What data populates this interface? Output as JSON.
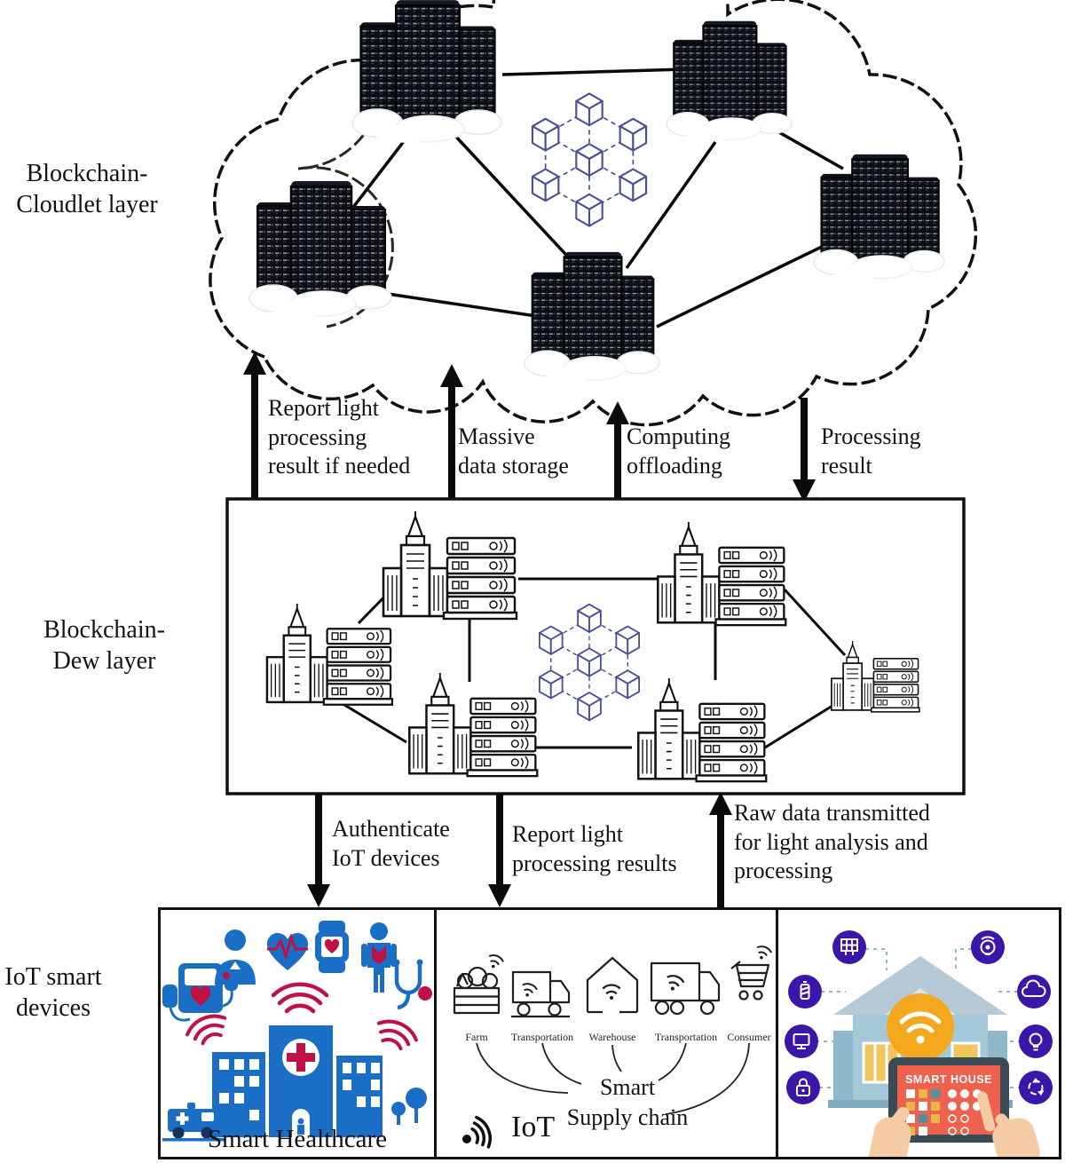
{
  "layers": {
    "cloudlet": {
      "label": "Blockchain-\nCloudlet layer"
    },
    "dew": {
      "label": "Blockchain-\nDew layer"
    },
    "iot": {
      "label": "IoT smart\ndevices"
    }
  },
  "cloud_arrows": [
    {
      "label": "Report light\nprocessing\nresult if needed",
      "direction": "up"
    },
    {
      "label": "Massive\ndata storage",
      "direction": "up"
    },
    {
      "label": "Computing\noffloading",
      "direction": "up"
    },
    {
      "label": "Processing\nresult",
      "direction": "down"
    }
  ],
  "dew_arrows": [
    {
      "label": "Authenticate\nIoT devices",
      "direction": "down"
    },
    {
      "label": "Report light\nprocessing results",
      "direction": "down"
    },
    {
      "label": "Raw data transmitted\nfor light analysis and\nprocessing",
      "direction": "up"
    }
  ],
  "iot_panels": {
    "healthcare": {
      "title": "Smart Healthcare"
    },
    "supply_chain": {
      "stages": [
        {
          "label": "Farm"
        },
        {
          "label": "Transportation"
        },
        {
          "label": "Warehouse"
        },
        {
          "label": "Transportation"
        },
        {
          "label": "Consumer"
        }
      ],
      "title": "Smart\nSupply chain",
      "iot_label": "IoT"
    },
    "smart_house": {
      "tablet_label": "SMART HOUSE"
    }
  },
  "icons": {
    "cloudlet_layer": [
      "server-cluster",
      "blockchain-cubes",
      "cloud-outline"
    ],
    "dew_layer": [
      "city-building-with-server-rack",
      "blockchain-cubes"
    ],
    "healthcare": [
      "bp-monitor",
      "doctor",
      "heart-ecg",
      "smartwatch",
      "patient",
      "stethoscope",
      "wifi-signal",
      "hospital-cross",
      "buildings",
      "ambulance",
      "trees"
    ],
    "supply_chain": [
      "farm-crate",
      "delivery-truck",
      "warehouse",
      "delivery-truck",
      "shopping-cart",
      "wifi-signal",
      "iot-signal"
    ],
    "smart_house": [
      "solar-panel",
      "security-camera",
      "battery",
      "cloud",
      "monitor",
      "light-bulb",
      "smart-lock",
      "recycle",
      "house",
      "wifi-blob",
      "tablet",
      "hands"
    ]
  },
  "colors": {
    "line": "#111111",
    "cube_stroke": "#4a4f92",
    "healthcare_blue": "#1b6ec5",
    "healthcare_red": "#c01144",
    "smart_house_purple": "#3a16a9",
    "wifi_orange": "#f3a81d",
    "tablet_screen": "#ee614d",
    "tablet_frame": "#3a4a55",
    "skin": "#f4cba4",
    "house_wall": "#a3c8d8",
    "house_roof": "#b5c9d6",
    "window_yellow": "#f0c75e"
  }
}
